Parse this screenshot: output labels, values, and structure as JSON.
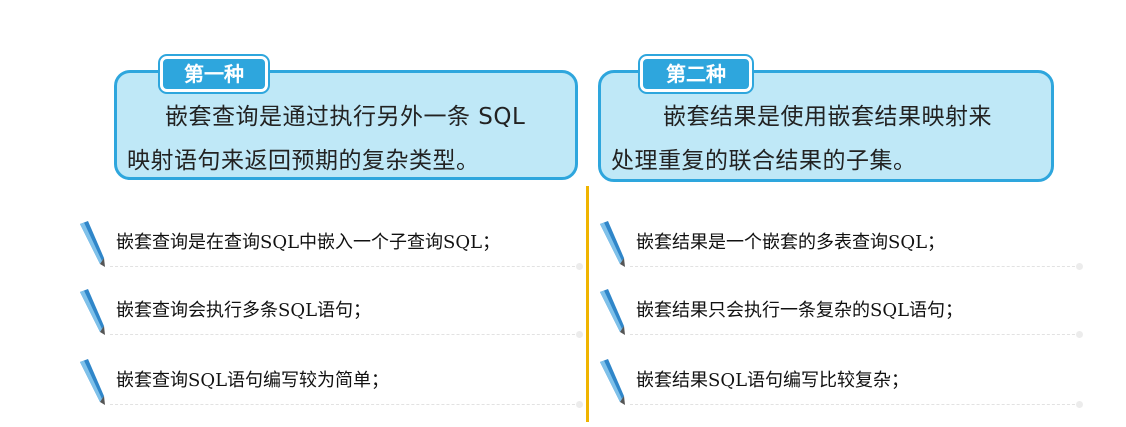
{
  "left": {
    "tag": "第一种",
    "card_line1": "嵌套查询是通过执行另外一条 SQL",
    "card_line2": "映射语句来返回预期的复杂类型。",
    "items": [
      "嵌套查询是在查询SQL中嵌入一个子查询SQL；",
      "嵌套查询会执行多条SQL语句；",
      "嵌套查询SQL语句编写较为简单；"
    ]
  },
  "right": {
    "tag": "第二种",
    "card_line1": "嵌套结果是使用嵌套结果映射来",
    "card_line2": "处理重复的联合结果的子集。",
    "items": [
      "嵌套结果是一个嵌套的多表查询SQL；",
      "嵌套结果只会执行一条复杂的SQL语句；",
      "嵌套结果SQL语句编写比较复杂；"
    ]
  },
  "colors": {
    "card_fill": "#bfe8f7",
    "card_border": "#2ea6dd",
    "tag_fill": "#2ea6dd",
    "divider": "#f0b400",
    "pen": "#2f86c9"
  },
  "icons": {
    "item_marker": "pen-icon"
  }
}
